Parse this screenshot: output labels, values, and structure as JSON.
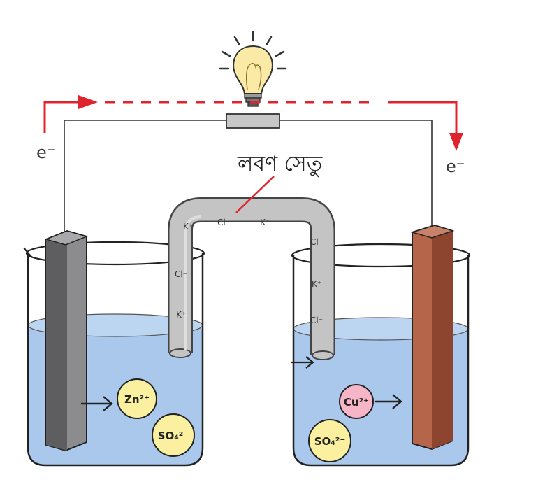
{
  "salt_bridge": {
    "label": "লবণ সেতু",
    "ions_top": [
      "K⁺",
      "Cl⁻",
      "K⁺"
    ],
    "ions_left": [
      "Cl⁻",
      "K⁺"
    ],
    "ions_right": [
      "Cl⁻",
      "K⁺",
      "Cl⁻"
    ]
  },
  "electron_labels": {
    "left": "e⁻",
    "right": "e⁻"
  },
  "left_cell": {
    "cation": "Zn²⁺",
    "anion": "SO₄²⁻"
  },
  "right_cell": {
    "cation": "Cu²⁺",
    "anion": "SO₄²⁻"
  },
  "colors": {
    "solution": "#a9c8ec",
    "zinc_electrode": "#8c8c8e",
    "copper_electrode": "#b5654a",
    "arrow_red": "#e0242e",
    "salt_bridge": "#c4c4c4",
    "zn_ion": "#fbf0a0",
    "cu_ion": "#f6b6c8",
    "bulb": "#fbe9a6"
  }
}
